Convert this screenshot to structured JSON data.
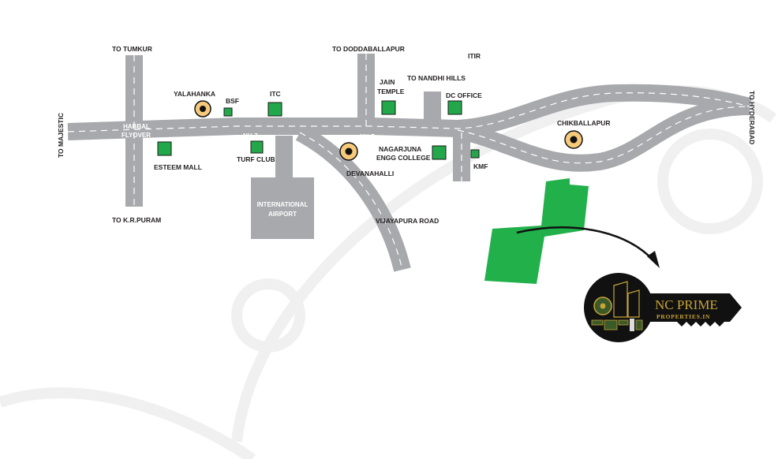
{
  "directions": {
    "tumkur": "TO TUMKUR",
    "majestic": "TO MAJESTIC",
    "kr_puram": "TO K.R.PURAM",
    "doddaballapur": "TO DODDABALLAPUR",
    "nandhi_hills": "TO NANDHI HILLS",
    "hyderabad": "TO HYDERABAD",
    "vijayapura": "VIJAYAPURA ROAD"
  },
  "places": {
    "yalahanka": "YALAHANKA",
    "devanahalli": "DEVANAHALLI",
    "chikballapur": "CHIKBALLAPUR"
  },
  "landmarks": {
    "bsf": "BSF",
    "itc": "ITC",
    "esteem": "ESTEEM MALL",
    "turf": "TURF CLUB",
    "jain1": "JAIN",
    "jain2": "TEMPLE",
    "dc": "DC OFFICE",
    "itir": "ITIR",
    "nag1": "NAGARJUNA",
    "nag2": "ENGG COLLEGE",
    "kmf": "KMF"
  },
  "roads": {
    "hebbal1": "HABBAL",
    "hebbal2": "FLYOVER",
    "nh7a": "NH-7",
    "nh7b": "NH-7",
    "airport1": "INTERNATIONAL",
    "airport2": "AIRPORT"
  },
  "logo": {
    "line1": "NC PRIME",
    "line2": "PROPERTIES.IN"
  },
  "colors": {
    "road": "#a7a9ac",
    "landmark": "#22a84a",
    "town": "#f6c97b",
    "logo_gold": "#c9a437"
  }
}
